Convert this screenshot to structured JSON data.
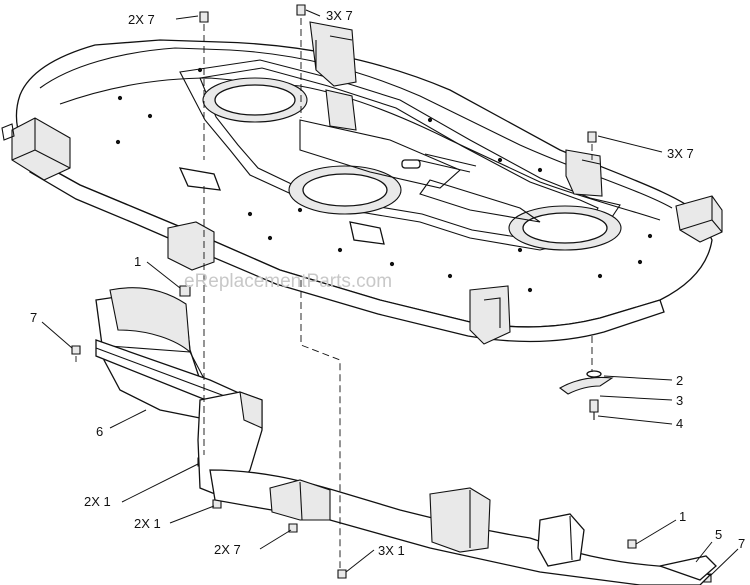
{
  "watermark": "eReplacementParts.com",
  "callouts": {
    "top_left_2x7": "2X 7",
    "top_3x7": "3X 7",
    "right_3x7": "3X 7",
    "label_1_left": "1",
    "label_7_left": "7",
    "label_6": "6",
    "label_2": "2",
    "label_3": "3",
    "label_4": "4",
    "bottom_2x1_a": "2X 1",
    "bottom_2x1_b": "2X 1",
    "bottom_2x7": "2X 7",
    "bottom_3x1": "3X 1",
    "label_1_right": "1",
    "label_5": "5",
    "label_7_right": "7"
  }
}
